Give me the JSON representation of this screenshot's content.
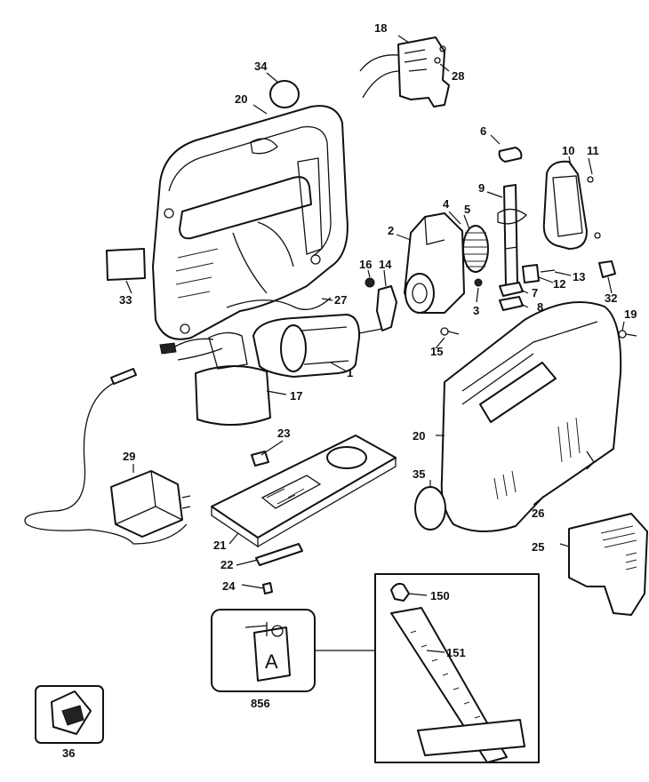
{
  "diagram": {
    "callouts": {
      "c1": "1",
      "c2": "2",
      "c3": "3",
      "c4": "4",
      "c5": "5",
      "c6": "6",
      "c7": "7",
      "c8": "8",
      "c9": "9",
      "c10": "10",
      "c11": "11",
      "c12": "12",
      "c13": "13",
      "c14": "14",
      "c15": "15",
      "c16": "16",
      "c17": "17",
      "c18": "18",
      "c19": "19",
      "c20a": "20",
      "c20b": "20",
      "c21": "21",
      "c22": "22",
      "c23": "23",
      "c24": "24",
      "c25": "25",
      "c26": "26",
      "c27": "27",
      "c28": "28",
      "c29": "29",
      "c32": "32",
      "c33": "33",
      "c34": "34",
      "c35": "35",
      "c36": "36",
      "c150": "150",
      "c151": "151",
      "c856": "856"
    },
    "inset_856_letter": "A"
  }
}
